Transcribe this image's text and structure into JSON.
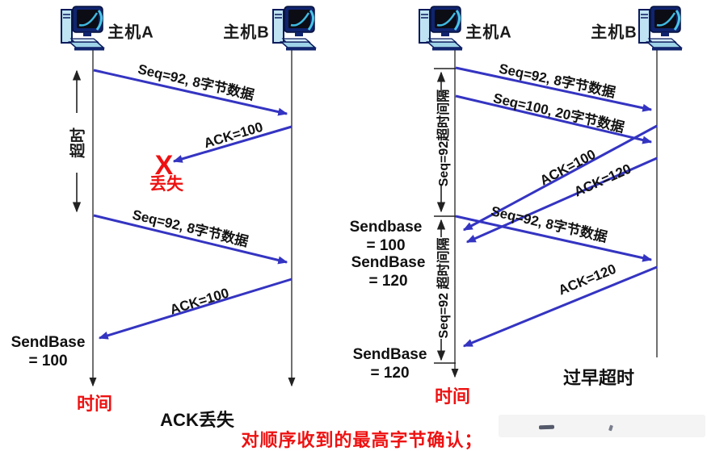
{
  "colors": {
    "arrow_blue": "#3434c2",
    "alert_red": "#ee1111",
    "line_black": "#222222"
  },
  "left": {
    "host_a_label": "主机A",
    "host_b_label": "主机B",
    "timeout_label": "超时",
    "seq1_label": "Seq=92, 8字节数据",
    "ack1_label": "ACK=100",
    "loss_x": "X",
    "loss_label": "丢失",
    "seq2_label": "Seq=92, 8字节数据",
    "ack2_label": "ACK=100",
    "sendbase_label": "SendBase",
    "sendbase_value": "= 100",
    "time_label": "时间",
    "caption": "ACK丢失"
  },
  "right": {
    "host_a_label": "主机A",
    "host_b_label": "主机B",
    "interval1_label": "Seq=92超时间隔",
    "interval2_label": "Seq=92 超时间隔",
    "seq1_label": "Seq=92, 8字节数据",
    "seq2_label": "Seq=100, 20字节数据",
    "ack1_label": "ACK=100",
    "ack2_label": "ACK=120",
    "seq3_label": "Seq=92, 8字节数据",
    "ack3_label": "ACK=120",
    "sendbase1_label": "Sendbase",
    "sendbase1_value": "= 100",
    "sendbase2_label": "SendBase",
    "sendbase2_value": "= 120",
    "sendbase3_label": "SendBase",
    "sendbase3_value": "= 120",
    "time_label": "时间",
    "caption": "过早超时"
  },
  "footer_note": "对顺序收到的最高字节确认；"
}
